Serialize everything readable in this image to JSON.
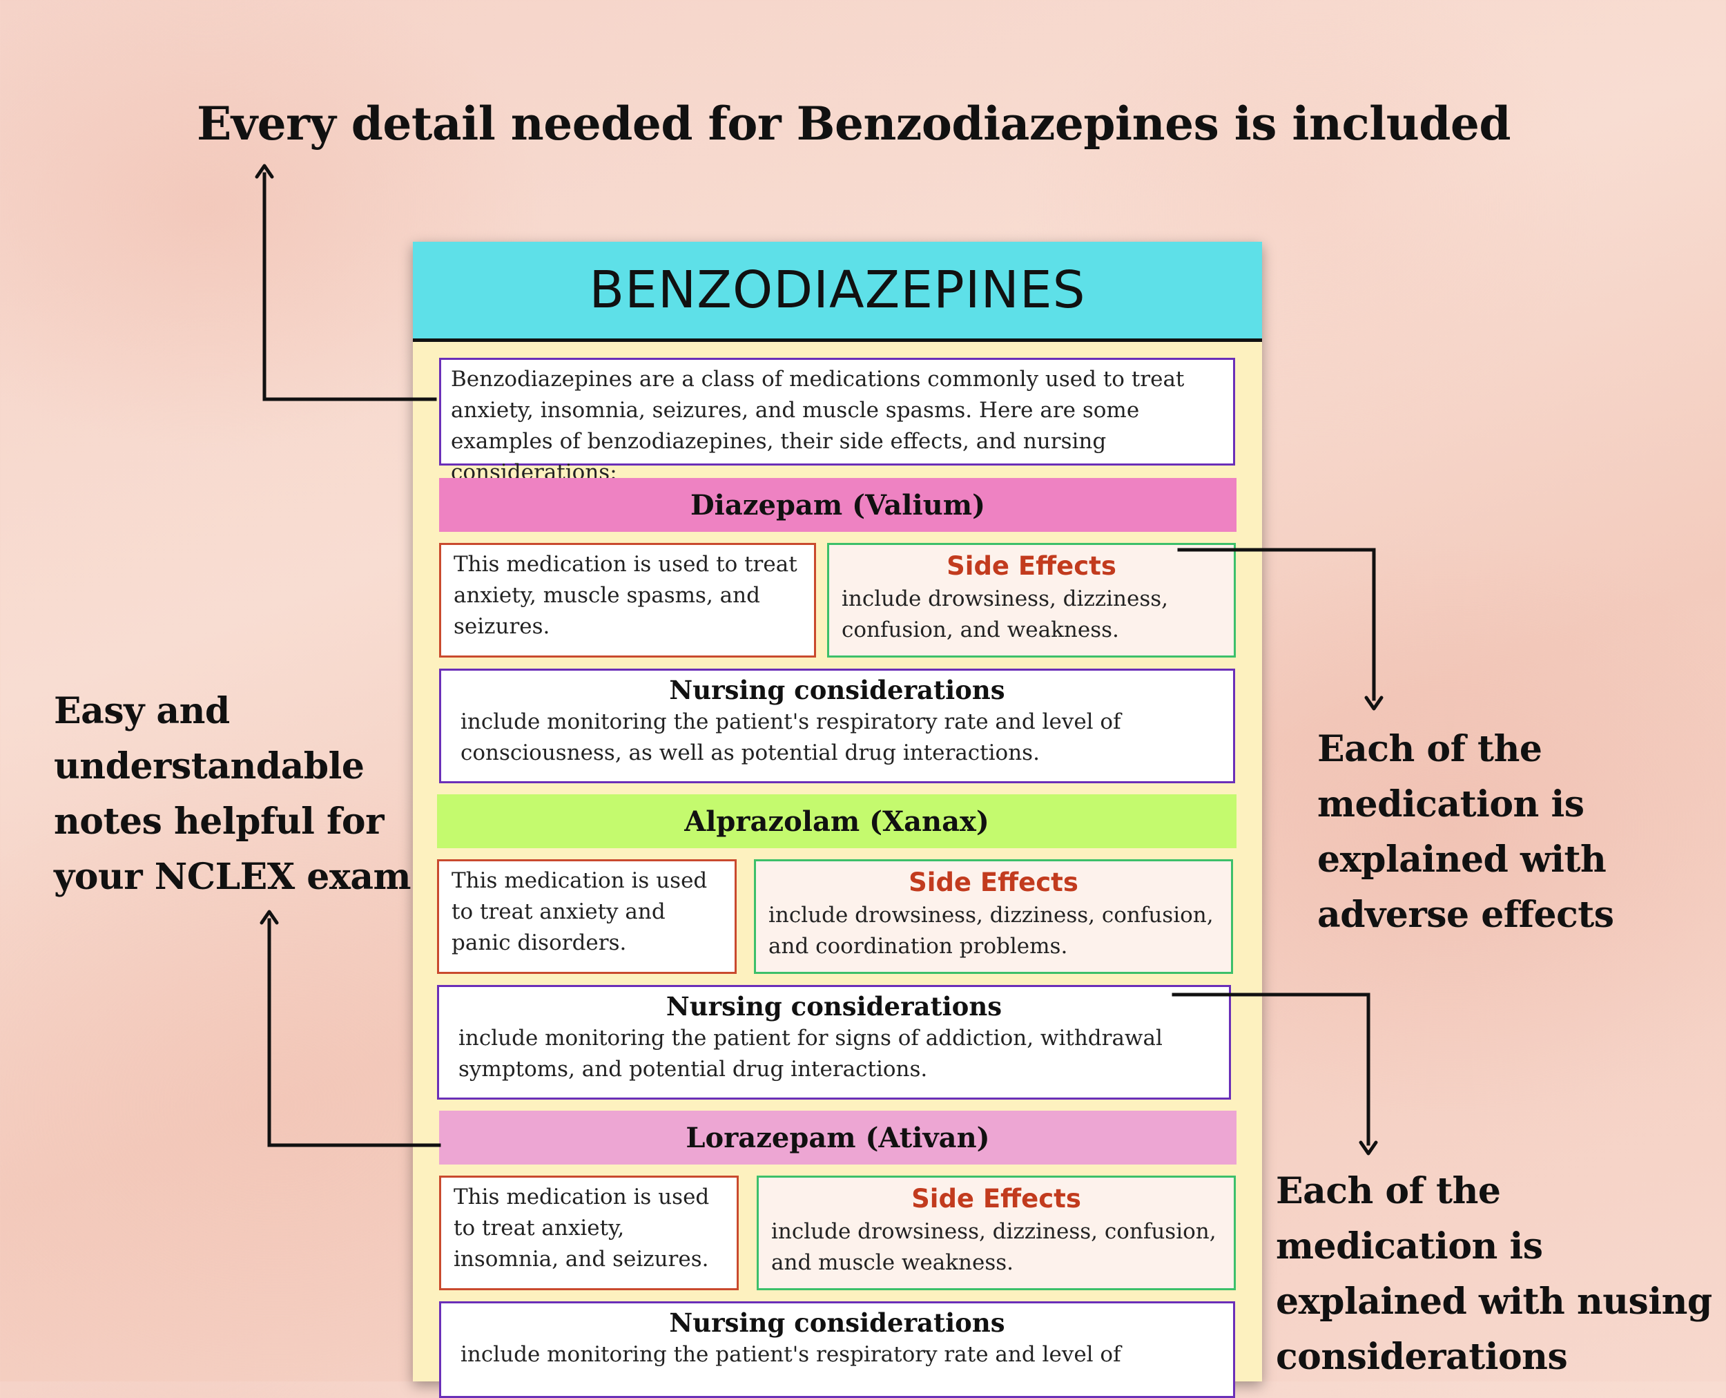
{
  "annotations": {
    "main_title": "Every detail needed for Benzodiazepines is included",
    "note_left": "Easy and understandable notes helpful for your NCLEX exam",
    "note_right_1": "Each of the medication is explained with adverse effects",
    "note_right_2": "Each of the medication is explained with nusing considerations"
  },
  "poster": {
    "title": "BENZODIAZEPINES",
    "intro": "Benzodiazepines are a class of medications commonly used to treat anxiety, insomnia, seizures, and muscle spasms. Here are some examples of benzodiazepines, their side effects, and nursing considerations:",
    "side_effects_label": "Side Effects",
    "nursing_label": "Nursing considerations",
    "medications": [
      {
        "name": "Diazepam (Valium)",
        "band_color": "#ee82c2",
        "use": "This medication is used to treat anxiety, muscle spasms, and seizures.",
        "side_effects": "include drowsiness, dizziness, confusion, and weakness.",
        "nursing": "include monitoring the patient's respiratory rate and level of consciousness, as well as potential drug interactions."
      },
      {
        "name": "Alprazolam (Xanax)",
        "band_color": "#c4fa6e",
        "use": "This medication is used to treat anxiety and panic disorders.",
        "side_effects": "include drowsiness, dizziness, confusion, and coordination problems.",
        "nursing": "include monitoring the patient for signs of addiction, withdrawal symptoms, and potential drug interactions."
      },
      {
        "name": "Lorazepam (Ativan)",
        "band_color": "#eda6d3",
        "use": "This medication is used to treat anxiety, insomnia, and seizures.",
        "side_effects": "include drowsiness, dizziness, confusion, and muscle weakness.",
        "nursing": "include monitoring the patient's respiratory rate and level of"
      }
    ]
  }
}
